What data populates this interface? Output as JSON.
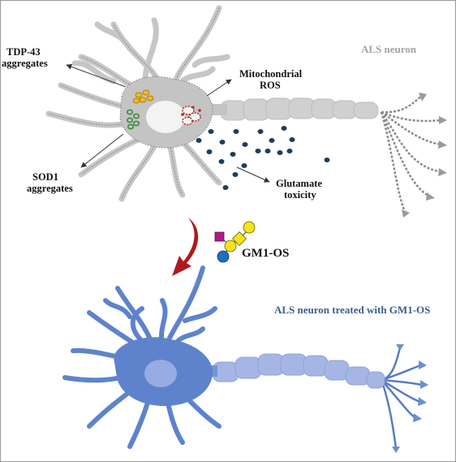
{
  "figure": {
    "top_panel": {
      "title": "ALS neuron",
      "labels": {
        "tdp43_line1": "TDP-43",
        "tdp43_line2": "aggregates",
        "mito_line1": "Mitochondrial",
        "mito_line2": "ROS",
        "sod1_line1": "SOD1",
        "sod1_line2": "aggregates",
        "glut_line1": "Glutamate",
        "glut_line2": "toxicity"
      }
    },
    "treatment": {
      "label": "GM1-OS"
    },
    "bottom_panel": {
      "title": "ALS neuron treated with GM1-OS"
    }
  },
  "colors": {
    "als_neuron": "#c8c8c8",
    "treated_neuron": "#6a8fd0",
    "axon_gray": "#d2d2d2",
    "axon_blue": "#a7b8e6",
    "arrow_red": "#b0191c",
    "glutamate": "#1f3d5c",
    "tdp43": "#f0b51a",
    "sod1": "#3a8a3a",
    "gm1_square": "#b01a8a",
    "gm1_yellow": "#f4e21a",
    "gm1_blue": "#1f6fc0"
  }
}
